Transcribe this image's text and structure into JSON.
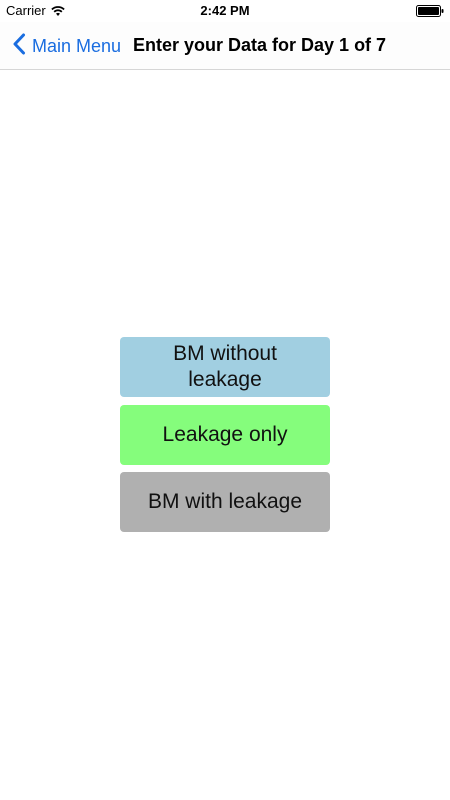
{
  "status_bar": {
    "carrier": "Carrier",
    "time": "2:42 PM",
    "wifi_icon": "wifi-icon",
    "battery_icon": "battery-icon"
  },
  "nav": {
    "back_label": "Main Menu",
    "back_icon": "chevron-left-icon",
    "title": "Enter your Data for Day 1 of 7"
  },
  "buttons": [
    {
      "label": "BM without leakage",
      "color": "#a1cfe1"
    },
    {
      "label": "Leakage only",
      "color": "#85fd7c"
    },
    {
      "label": "BM with leakage",
      "color": "#b0b0b0"
    }
  ],
  "colors": {
    "accent": "#1a6de0"
  }
}
